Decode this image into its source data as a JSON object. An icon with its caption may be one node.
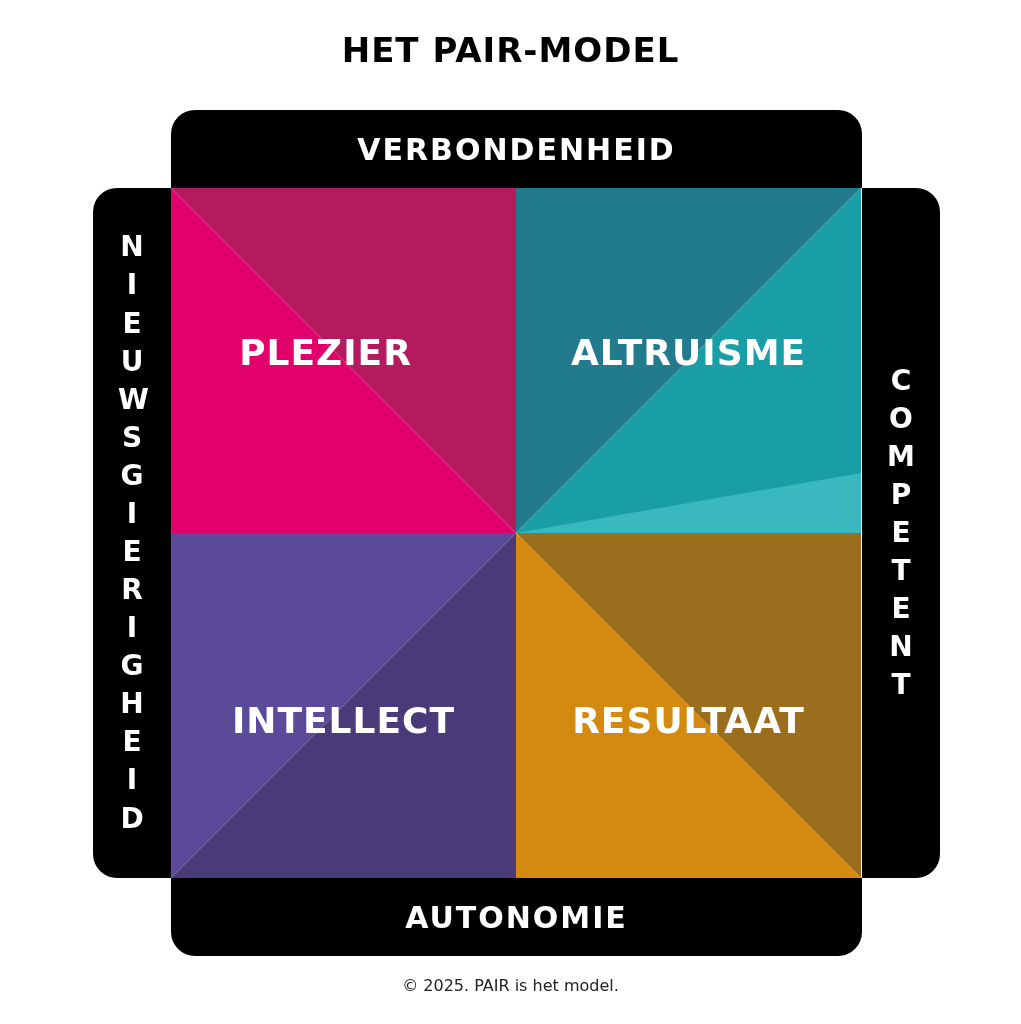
{
  "diagram": {
    "title": "HET PAIR-MODEL",
    "caption": "© 2025. PAIR is het model.",
    "nodes": [
      {
        "text": [
          "VERBONDENHEID"
        ]
      },
      {
        "text": [
          "NIEUWSGIERIGHEID"
        ]
      },
      {
        "text": [
          "COMPETENT"
        ]
      },
      {
        "text": [
          "AUTONOMIE"
        ]
      },
      {
        "text": [
          "PLEZIER"
        ]
      },
      {
        "text": [
          "ALTRUISME"
        ]
      },
      {
        "text": [
          "INTELLECT"
        ]
      },
      {
        "text": [
          "RESULTAAT"
        ]
      }
    ]
  }
}
